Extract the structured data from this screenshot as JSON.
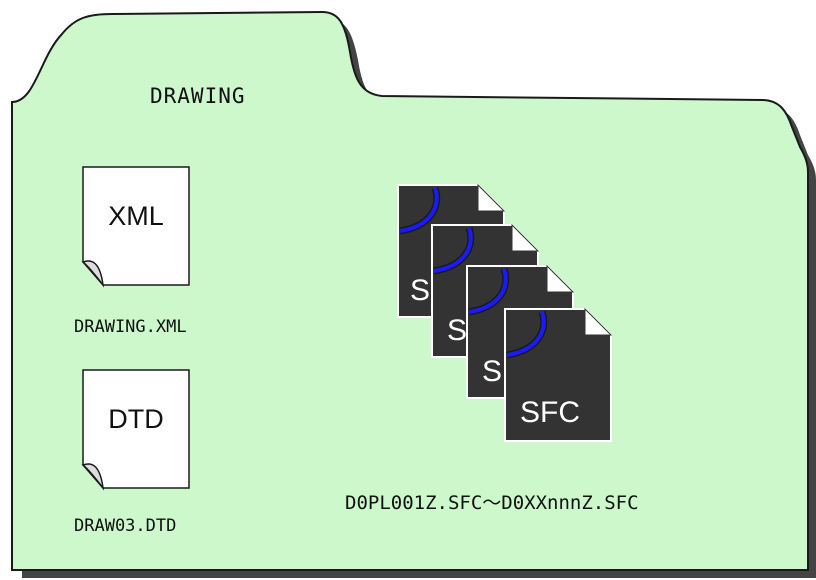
{
  "folder": {
    "title": "DRAWING",
    "fill_color": "#ccf8cc"
  },
  "files": {
    "xml": {
      "doc_label": "XML",
      "caption": "DRAWING.XML"
    },
    "dtd": {
      "doc_label": "DTD",
      "caption": "DRAW03.DTD"
    },
    "sfc": {
      "doc_label": "SFC",
      "partial_label": "S",
      "caption": "D0PL001Z.SFC～D0XXnnnZ.SFC",
      "icon_color": "#333333",
      "arc_color": "#1a1aff"
    }
  }
}
